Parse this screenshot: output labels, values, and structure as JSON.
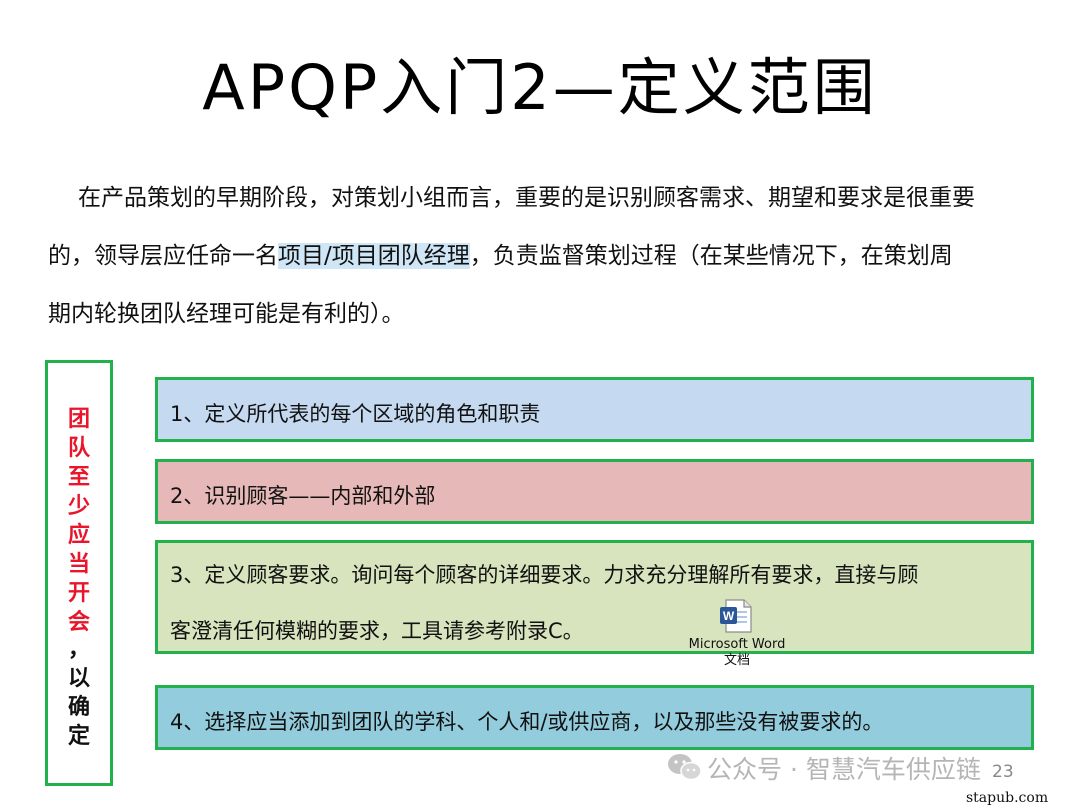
{
  "title": "APQP入门2—定义范围",
  "intro": {
    "line1": "在产品策划的早期阶段，对策划小组而言，重要的是识别顾客需求、期望和要求是很重要",
    "line2_pre": "的，领导层应任命一名",
    "line2_highlight": "项目/项目团队经理",
    "line2_post": "，负责监督策划过程（在某些情况下，在策划周",
    "line3": "期内轮换团队经理可能是有利的）。"
  },
  "sidebar": {
    "red_chars": [
      "团",
      "队",
      "至",
      "少",
      "应",
      "当",
      "开",
      "会"
    ],
    "black_chars": [
      "，",
      "以",
      "确",
      "定"
    ]
  },
  "items": [
    {
      "text": "1、定义所代表的每个区域的角色和职责",
      "color": "#c5d9f1"
    },
    {
      "text": "2、识别顾客——内部和外部",
      "color": "#e6b9b8"
    },
    {
      "line1": "3、定义顾客要求。询问每个顾客的详细要求。力求充分理解所有要求，直接与顾",
      "line2": "客澄清任何模糊的要求，工具请参考附录C。",
      "color": "#d7e4bd"
    },
    {
      "text": "4、选择应当添加到团队的学科、个人和/或供应商，以及那些没有被要求的。",
      "color": "#93cddd"
    }
  ],
  "embedded_object": {
    "icon": "word-doc-icon",
    "label_line1": "Microsoft Word",
    "label_line2": "文档"
  },
  "watermark": {
    "icon": "wechat-icon",
    "text": "公众号 · 智慧汽车供应链"
  },
  "page_number": "23",
  "site": "stapub.com",
  "colors": {
    "border_green": "#22b14c",
    "side_red": "#e8152b",
    "highlight": "#cfe6f7"
  }
}
